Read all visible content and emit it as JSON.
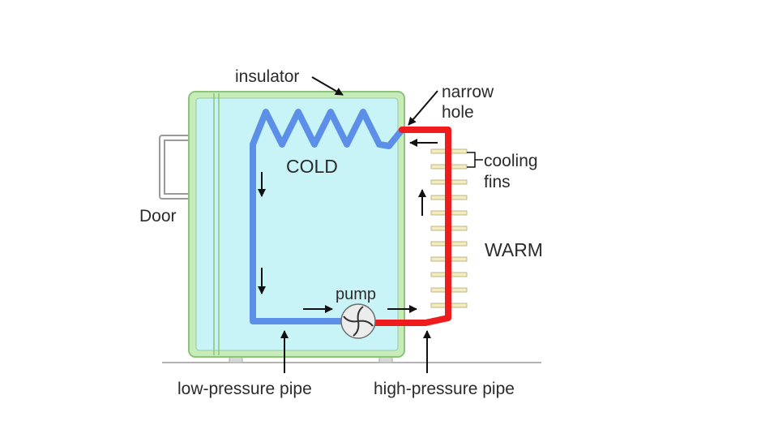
{
  "labels": {
    "insulator": "insulator",
    "narrow_hole_line1": "narrow",
    "narrow_hole_line2": "hole",
    "cooling_fins_line1": "cooling",
    "cooling_fins_line2": "fins",
    "cold": "COLD",
    "warm": "WARM",
    "door": "Door",
    "pump": "pump",
    "low_pressure_pipe": "low-pressure pipe",
    "high_pressure_pipe": "high-pressure pipe"
  },
  "colors": {
    "cold_pipe": "#5b8fe8",
    "hot_pipe": "#ee1c1c",
    "interior": "#c8f4f8",
    "insulator_wall": "#c6ecb8",
    "insulator_border": "#8cc47c",
    "fins": "#f4ecc0"
  }
}
